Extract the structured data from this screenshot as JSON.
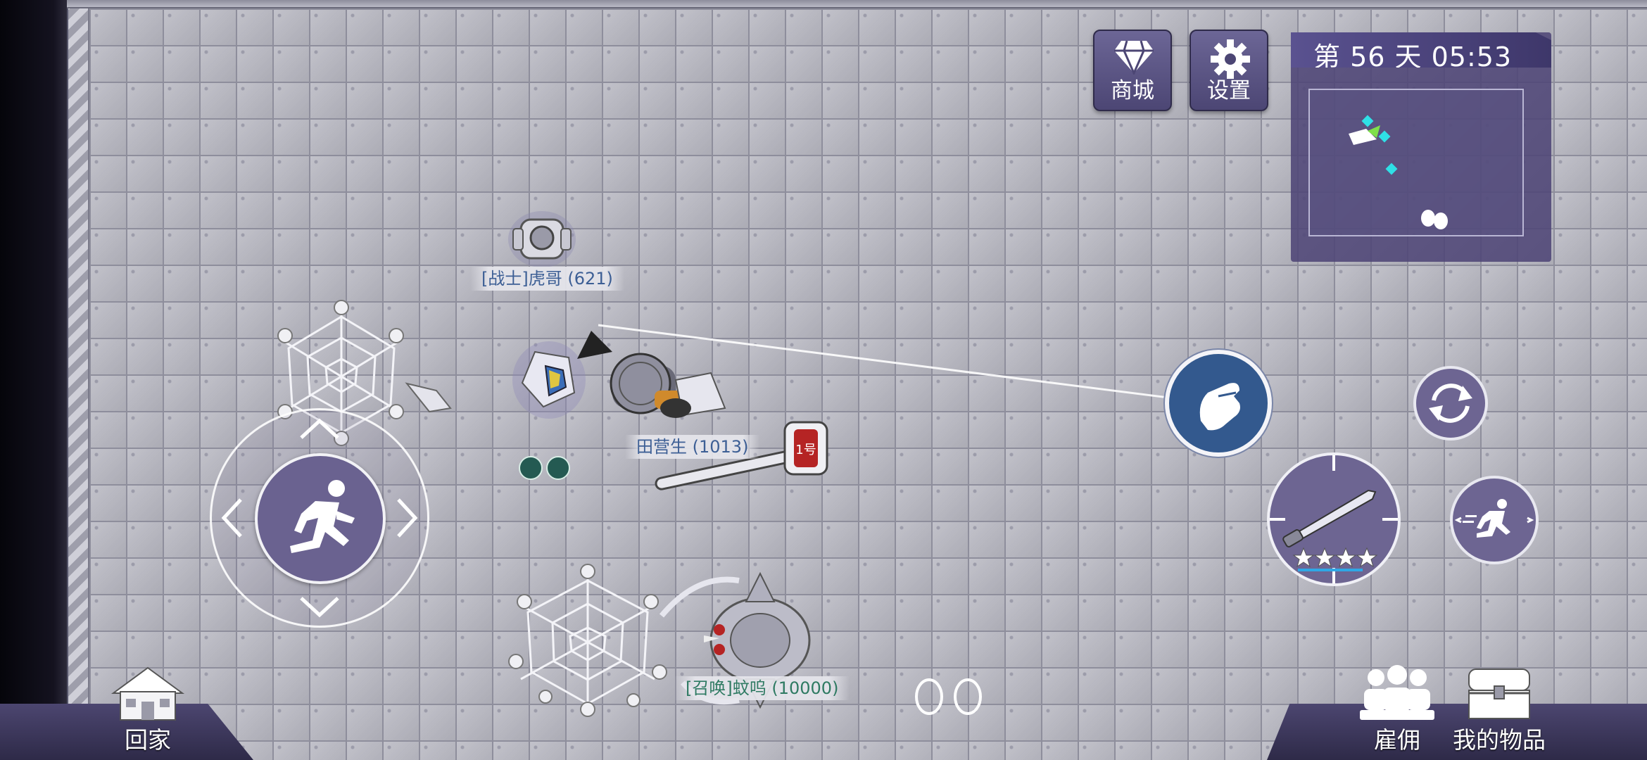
{
  "hud": {
    "shop_label": "商城",
    "settings_label": "设置",
    "day_time": "第 56 天  05:53"
  },
  "units": {
    "warrior_tag": "[战士]虎哥 (621)",
    "player_tag": "田营生 (1013)",
    "summon_tag": "[召唤]蚊呜 (10000)",
    "hammer_text": "1号"
  },
  "bottom_menu": {
    "home_label": "回家",
    "hire_label": "雇佣",
    "items_label": "我的物品"
  },
  "weapon": {
    "stars": 4
  },
  "colors": {
    "button_purple": "#6d6592",
    "hand_button_blue": "#33598e",
    "minimap_cyan": "#2fe0e6",
    "tag_blue": "#3d5f95",
    "tag_green": "#2e7a62"
  },
  "icons": [
    "diamond-icon",
    "gear-icon",
    "running-man-icon",
    "grab-hand-icon",
    "swap-icon",
    "dagger-weapon-icon",
    "dash-icon",
    "house-icon",
    "hire-people-icon",
    "treasure-chest-icon",
    "spider-web-icon"
  ]
}
